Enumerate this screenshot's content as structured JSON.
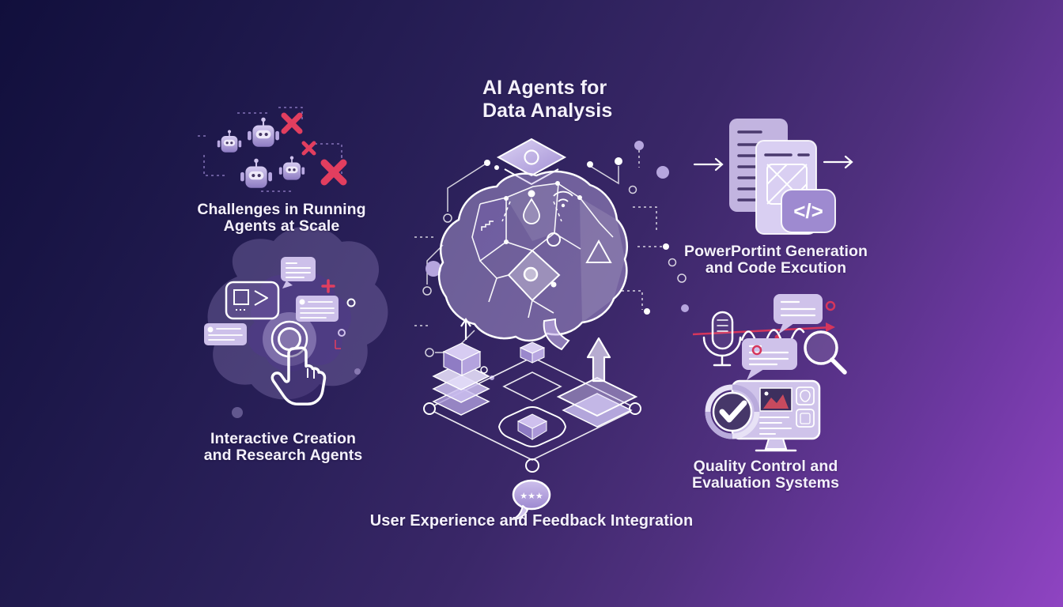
{
  "title": {
    "line1": "AI Agents for",
    "line2": "Data Analysis"
  },
  "sections": {
    "challenges": {
      "line1": "Challenges in Running",
      "line2": "Agents at Scale"
    },
    "interactive": {
      "line1": "Interactive Creation",
      "line2": "and Research Agents"
    },
    "powerpoint": {
      "line1": "PowerPortint Generation",
      "line2": "and Code Excution"
    },
    "quality": {
      "line1": "Quality Control and",
      "line2": "Evaluation Systems"
    },
    "ux": {
      "line1": "User Experience and Feedback Integration"
    }
  },
  "glyphs": {
    "code": "</>",
    "stars": "★★★"
  },
  "colors": {
    "background_top_left": "#110f3c",
    "background_bottom_right": "#8f44c2",
    "accent_red": "#e23e5f",
    "lavender": "#cfc2ea",
    "text": "#f4f1fb"
  }
}
